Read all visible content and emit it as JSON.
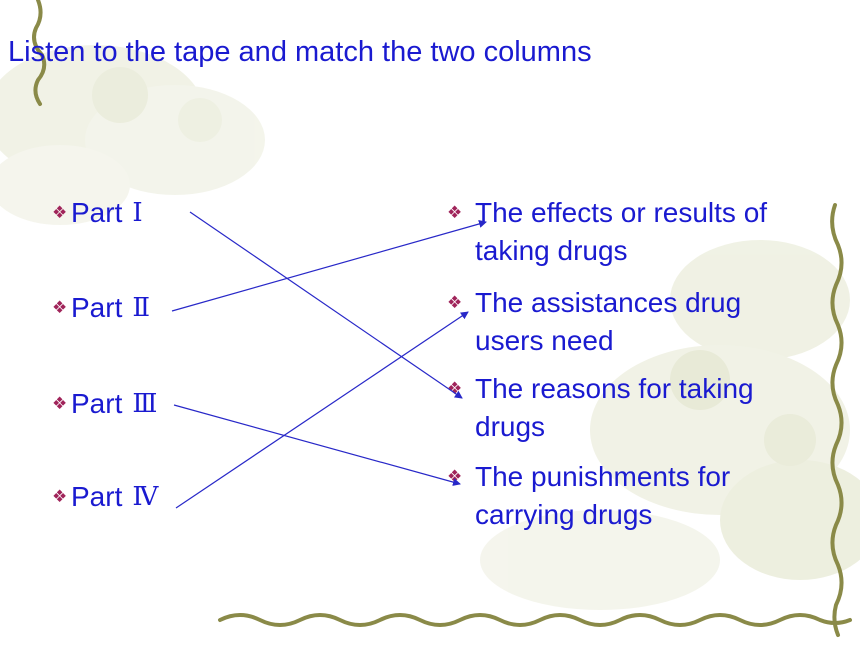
{
  "title": "Listen to the tape and match the two columns",
  "bullet_glyph": "❖",
  "left": [
    {
      "label": "Part",
      "numeral": "Ⅰ"
    },
    {
      "label": "Part",
      "numeral": "Ⅱ"
    },
    {
      "label": "Part",
      "numeral": "Ⅲ"
    },
    {
      "label": "Part",
      "numeral": "Ⅳ"
    }
  ],
  "right": [
    {
      "text": "The effects or results of taking drugs"
    },
    {
      "text": "The assistances drug users need"
    },
    {
      "text": "The reasons for taking drugs"
    },
    {
      "text": "The punishments for carrying drugs"
    }
  ],
  "matches": [
    {
      "from": 0,
      "to": 2
    },
    {
      "from": 1,
      "to": 0
    },
    {
      "from": 2,
      "to": 3
    },
    {
      "from": 3,
      "to": 1
    }
  ],
  "colors": {
    "text": "#1a1ad0",
    "bullet": "#a0245a",
    "line": "#2828c8",
    "vine": "#8a8a48"
  }
}
